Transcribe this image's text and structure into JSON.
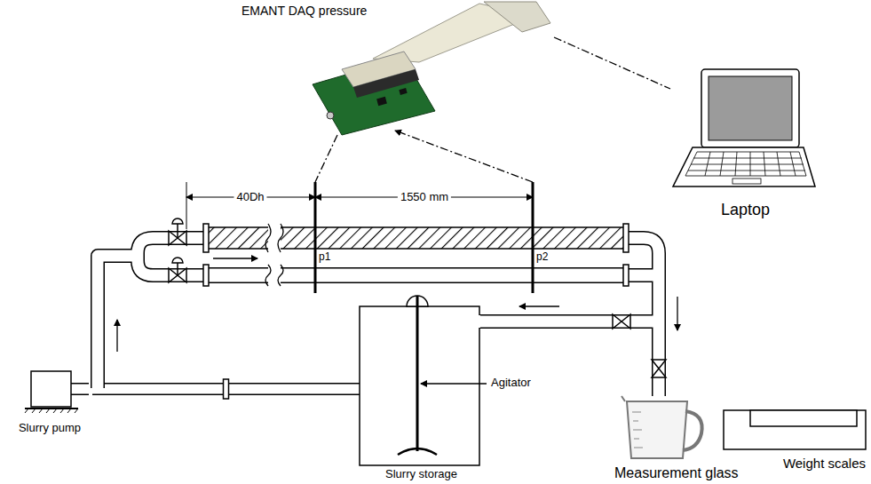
{
  "diagram": {
    "nodes": [
      {
        "text": [
          "EMANT DAQ pressure"
        ]
      },
      {
        "text": [
          "Laptop"
        ]
      },
      {
        "text": [
          "Slurry pump"
        ]
      },
      {
        "text": [
          "Slurry storage"
        ]
      },
      {
        "text": [
          "Measurement glass"
        ]
      },
      {
        "text": [
          "Weight scales"
        ]
      }
    ],
    "edges": [
      {
        "from": 0,
        "to": 1,
        "arrow": "none"
      },
      {
        "from": 3,
        "to": 2,
        "arrow": "none"
      }
    ],
    "labels": [
      "40Dh",
      "1550 mm",
      "p1",
      "p2",
      "Agitator"
    ]
  }
}
